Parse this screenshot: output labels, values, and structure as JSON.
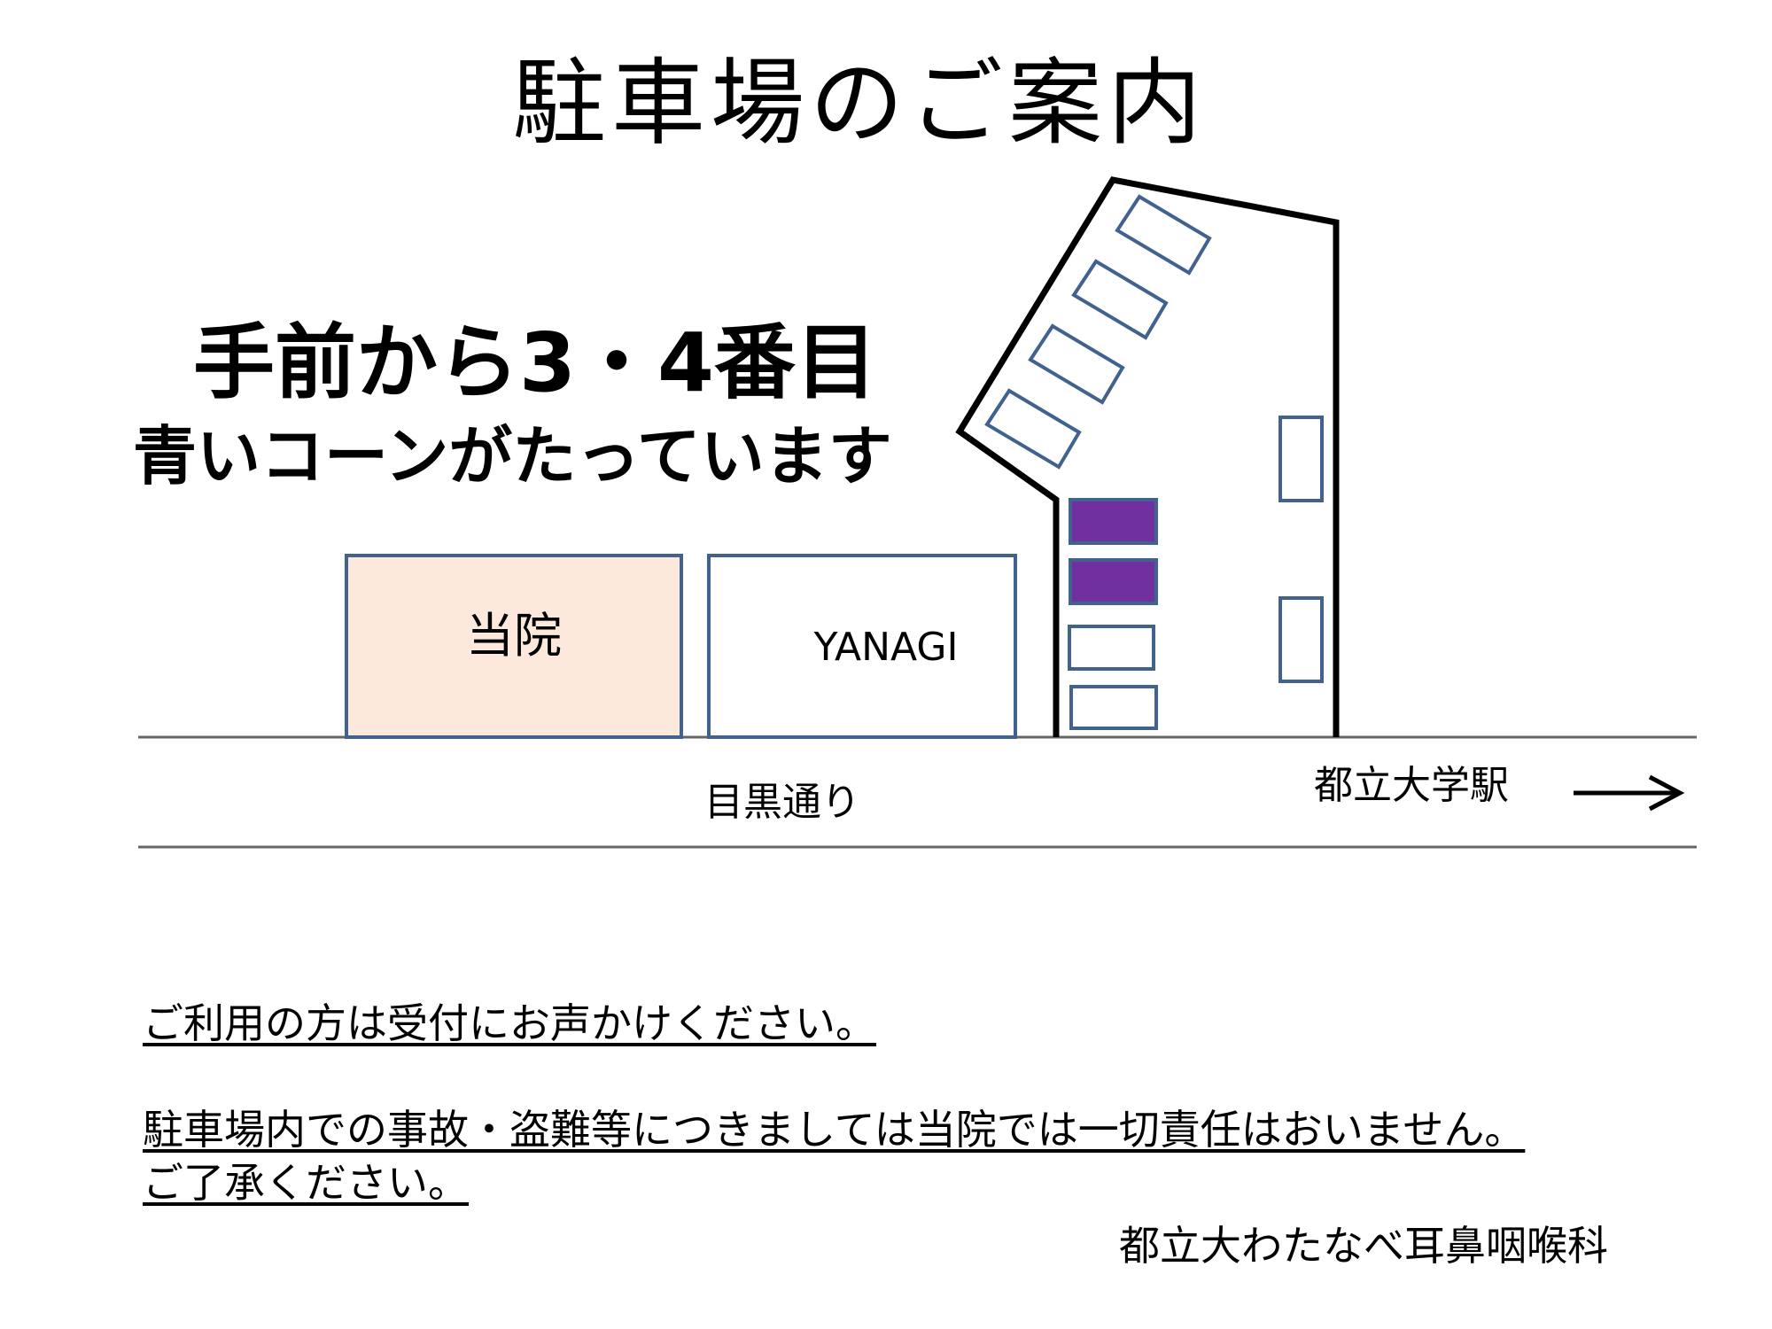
{
  "title": "駐車場のご案内",
  "instruction": {
    "main": "手前から3・4番目",
    "sub": "青いコーンがたっています"
  },
  "map": {
    "clinic_label": "当院",
    "neighbor_label": "YANAGI",
    "street_label": "目黒通り",
    "station_label": "都立大学駅",
    "direction_icon": "right-arrow-icon",
    "parking_spaces_total": 10,
    "marked_spaces": [
      3,
      4
    ],
    "colors": {
      "clinic_fill": "#fce9dc",
      "outline": "#41628f",
      "marked_space": "#7030a0",
      "road": "#666666"
    }
  },
  "notes": [
    "ご利用の方は受付にお声かけください。",
    "駐車場内での事故・盗難等につきましては当院では一切責任はおいません。",
    "ご了承ください。"
  ],
  "signature": "都立大わたなべ耳鼻咽喉科"
}
